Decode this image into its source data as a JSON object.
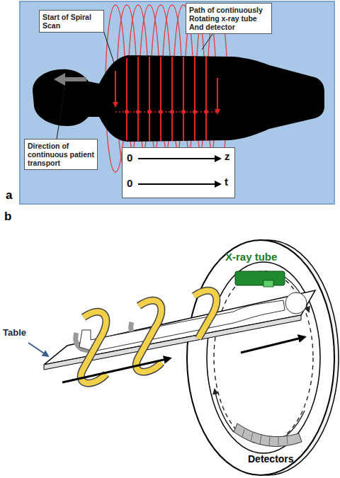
{
  "diagram": {
    "nodes": [
      {
        "text": [
          "Start of Spiral Scan"
        ]
      },
      {
        "text": [
          "Path of continuously Rotating x-ray tube And detector"
        ]
      },
      {
        "text": [
          "Direction of continuous patient transport"
        ]
      },
      {
        "text": [
          "0",
          "z",
          "0",
          "t"
        ]
      }
    ],
    "labels": [
      "a",
      "b",
      "X-ray tube",
      "Table",
      "Detectors"
    ]
  }
}
